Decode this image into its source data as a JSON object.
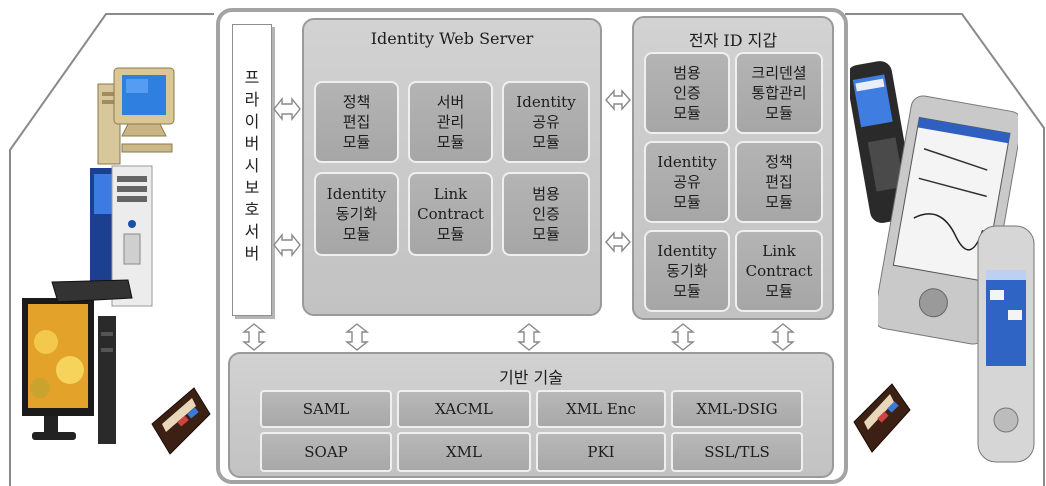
{
  "privacy_server": {
    "label": "프라이버시보호서버"
  },
  "identity_web_server": {
    "title": "Identity Web Server",
    "modules": [
      "정책\n편집\n모듈",
      "서버\n관리\n모듈",
      "Identity\n공유\n모듈",
      "Identity\n동기화\n모듈",
      "Link\nContract\n모듈",
      "범용\n인증\n모듈"
    ]
  },
  "wallet": {
    "title": "전자 ID 지갑",
    "modules": [
      "범용\n인증\n모듈",
      "크리덴셜\n통합관리\n모듈",
      "Identity\n공유\n모듈",
      "정책\n편집\n모듈",
      "Identity\n동기화\n모듈",
      "Link\nContract\n모듈"
    ]
  },
  "base_tech": {
    "title": "기반 기술",
    "items": [
      "SAML",
      "XACML",
      "XML Enc",
      "XML-DSIG",
      "SOAP",
      "XML",
      "PKI",
      "SSL/TLS"
    ]
  },
  "colors": {
    "panel": "#c8c8c8",
    "module": "#aeaeae",
    "frame": "#a0a0a0"
  },
  "icons": [
    "desktop-pc-icon",
    "tower-pc-icon",
    "lcd-monitor-icon",
    "wallet-icon",
    "mobile-phone-icon",
    "pda-icon"
  ]
}
